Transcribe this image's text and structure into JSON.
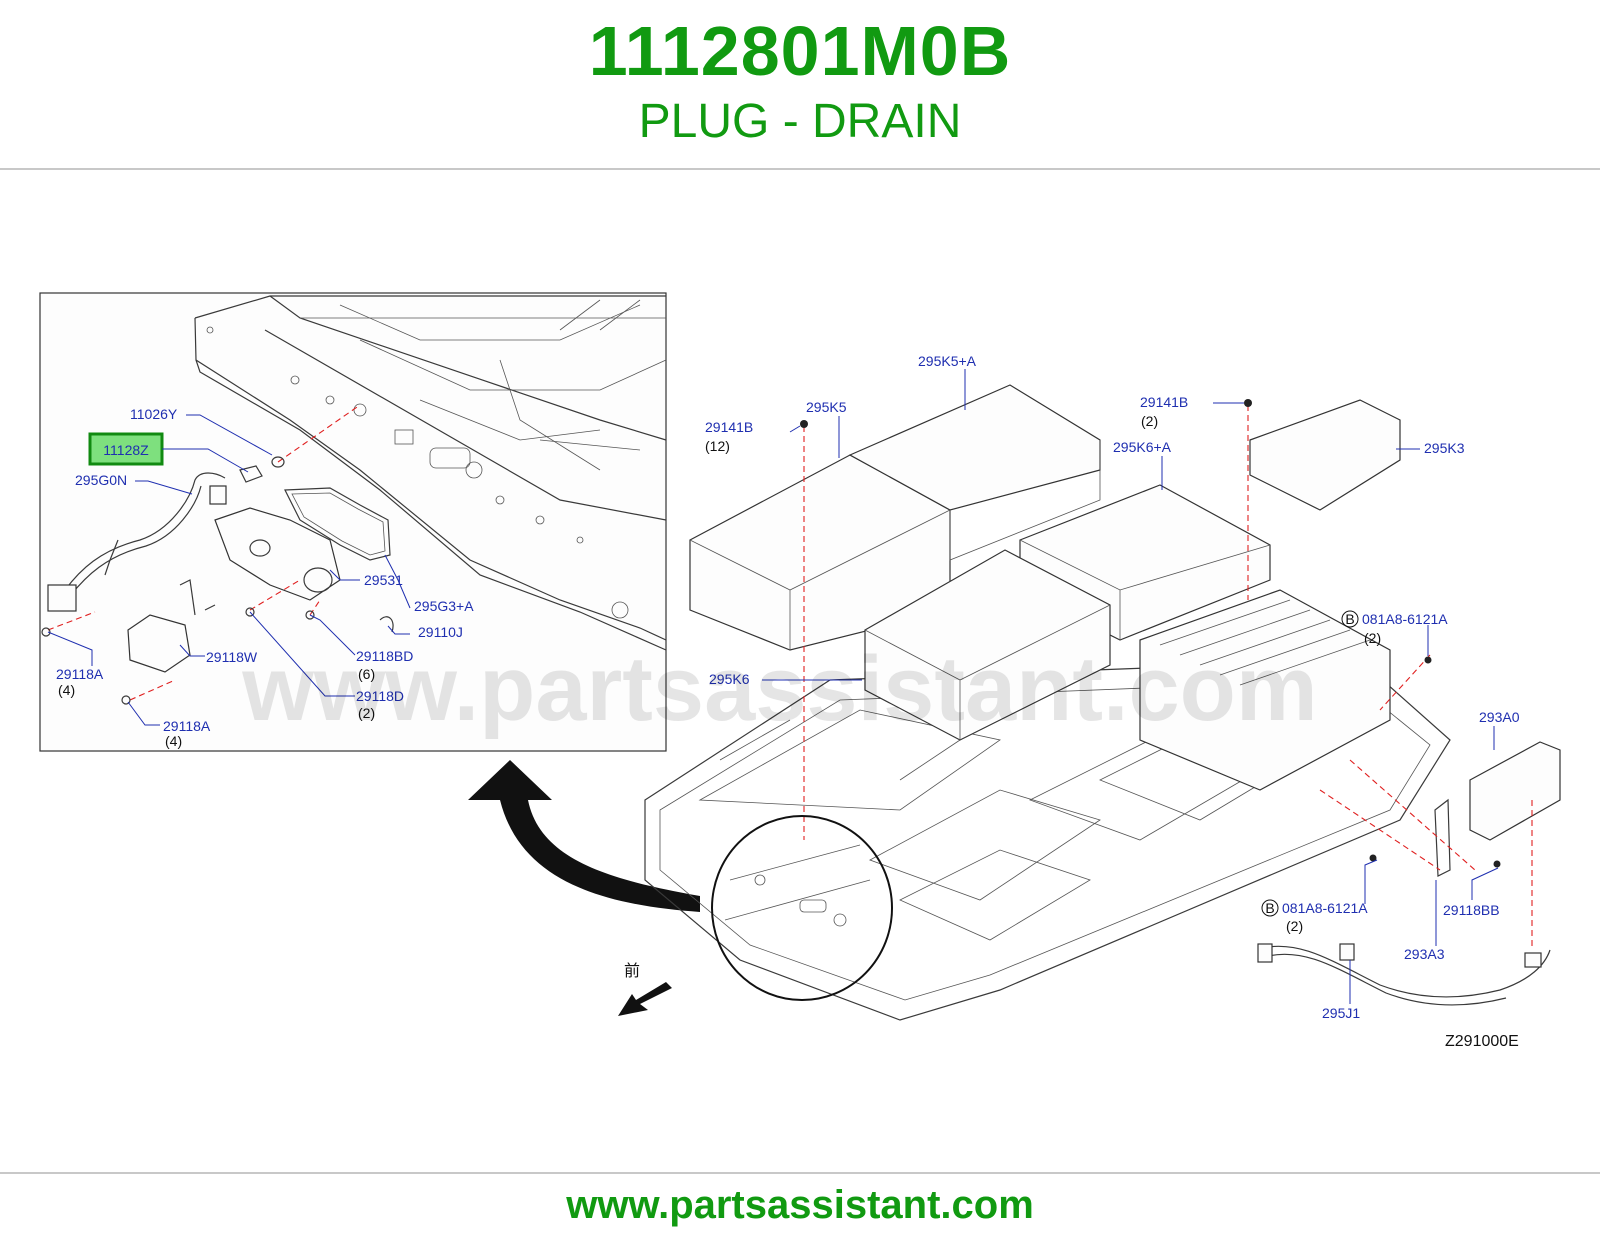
{
  "header": {
    "part_number": "1112801M0B",
    "description": "PLUG - DRAIN"
  },
  "footer": {
    "url": "www.partsassistant.com"
  },
  "watermark": "www.partsassistant.com",
  "diagram": {
    "reference_code": "Z291000E",
    "front_label": "前",
    "highlighted_part": "11128Z",
    "colors": {
      "brand_green": "#119a11",
      "callout_blue": "#1f2fb0",
      "highlight_fill": "#7ee07e",
      "guide_red": "#e02020"
    },
    "inset_callouts": [
      {
        "id": "c-11026Y",
        "label": "11026Y",
        "qty": ""
      },
      {
        "id": "c-11128Z",
        "label": "11128Z",
        "qty": ""
      },
      {
        "id": "c-295G0N",
        "label": "295G0N",
        "qty": ""
      },
      {
        "id": "c-29531",
        "label": "29531",
        "qty": ""
      },
      {
        "id": "c-295G3A",
        "label": "295G3+A",
        "qty": ""
      },
      {
        "id": "c-29110J",
        "label": "29110J",
        "qty": ""
      },
      {
        "id": "c-29118BD",
        "label": "29118BD",
        "qty": "(6)"
      },
      {
        "id": "c-29118D",
        "label": "29118D",
        "qty": "(2)"
      },
      {
        "id": "c-29118W",
        "label": "29118W",
        "qty": ""
      },
      {
        "id": "c-29118A-1",
        "label": "29118A",
        "qty": "(4)"
      },
      {
        "id": "c-29118A-2",
        "label": "29118A",
        "qty": "(4)"
      }
    ],
    "main_callouts": [
      {
        "id": "m-295K5A",
        "label": "295K5+A",
        "qty": ""
      },
      {
        "id": "m-295K5",
        "label": "295K5",
        "qty": ""
      },
      {
        "id": "m-29141B-1",
        "label": "29141B",
        "qty": "(12)"
      },
      {
        "id": "m-29141B-2",
        "label": "29141B",
        "qty": "(2)"
      },
      {
        "id": "m-295K6A",
        "label": "295K6+A",
        "qty": ""
      },
      {
        "id": "m-295K3",
        "label": "295K3",
        "qty": ""
      },
      {
        "id": "m-081A8-1",
        "label": "081A8-6121A",
        "qty": "(2)",
        "marker": "B"
      },
      {
        "id": "m-295K6",
        "label": "295K6",
        "qty": ""
      },
      {
        "id": "m-293A0",
        "label": "293A0",
        "qty": ""
      },
      {
        "id": "m-081A8-2",
        "label": "081A8-6121A",
        "qty": "(2)",
        "marker": "B"
      },
      {
        "id": "m-29118BB",
        "label": "29118BB",
        "qty": ""
      },
      {
        "id": "m-293A3",
        "label": "293A3",
        "qty": ""
      },
      {
        "id": "m-295J1",
        "label": "295J1",
        "qty": ""
      }
    ]
  }
}
